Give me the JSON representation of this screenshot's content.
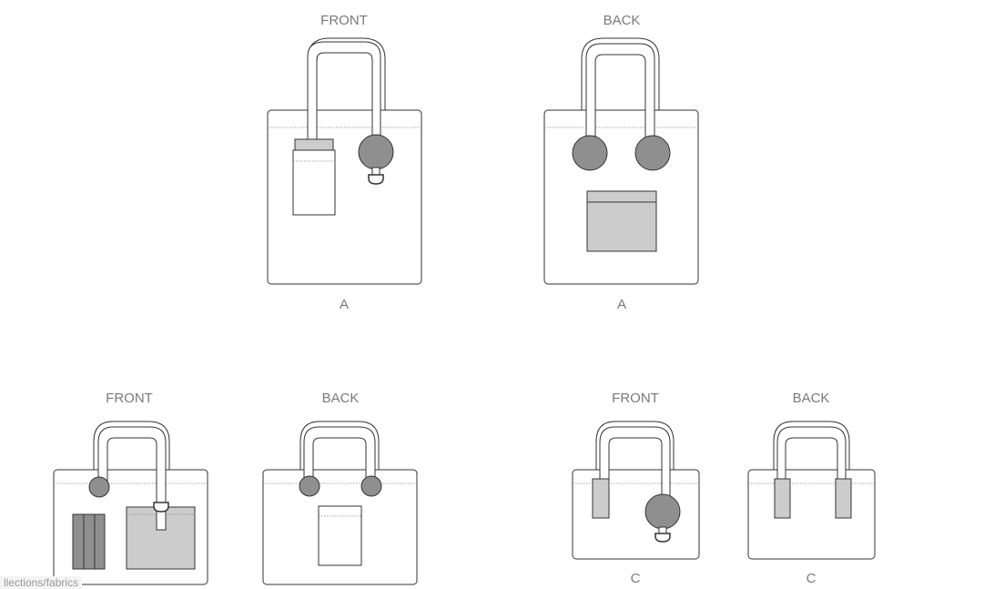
{
  "views": {
    "a_front": {
      "view_label": "FRONT",
      "variant_label": "A"
    },
    "a_back": {
      "view_label": "BACK",
      "variant_label": "A"
    },
    "b_front": {
      "view_label": "FRONT"
    },
    "b_back": {
      "view_label": "BACK"
    },
    "c_front": {
      "view_label": "FRONT",
      "variant_label": "C"
    },
    "c_back": {
      "view_label": "BACK",
      "variant_label": "C"
    }
  },
  "footer": {
    "link_text": "llections/fabrics"
  },
  "colors": {
    "outline": "#333333",
    "pocket_fill": "#cccccc",
    "circle_fill": "#8f8f8f",
    "label": "#7a7a7a"
  }
}
